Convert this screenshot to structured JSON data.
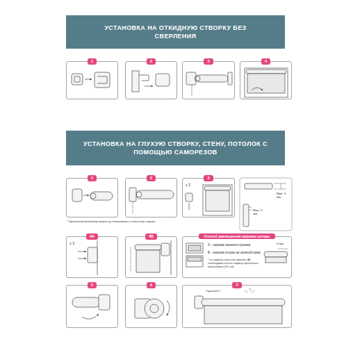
{
  "diagram": {
    "nodes": [
      {
        "text": [
          "УСТАНОВКА НА ОТКИДНУЮ СТВОРКУ БЕЗ СВЕРЛЕНИЯ"
        ]
      },
      {
        "text": [
          "1"
        ]
      },
      {
        "text": [
          "2"
        ]
      },
      {
        "text": [
          "3"
        ]
      },
      {
        "text": [
          "4"
        ]
      },
      {
        "text": [
          "УСТАНОВКА НА ГЛУХУЮ СТВОРКУ, СТЕНУ, ПОТОЛОК С ПОМОЩЬЮ САМОРЕЗОВ"
        ]
      },
      {
        "text": [
          "1"
        ]
      },
      {
        "text": [
          "2"
        ]
      },
      {
        "text": [
          "3",
          "x 2"
        ]
      },
      {
        "text": [
          "4А",
          "x 2"
        ]
      },
      {
        "text": [
          "4Б"
        ]
      },
      {
        "text": [
          "Способ уменьшения ширины шторы",
          "А - ширина оконного проема",
          "Б - ширина шторы на оконной раме",
          "* от ширины оконного проема (А) необходимо отнять ширину крепежных механизмов (3,5 см)"
        ]
      },
      {
        "text": [
          "5"
        ]
      },
      {
        "text": [
          "6"
        ]
      },
      {
        "text": [
          "7"
        ]
      }
    ],
    "labels": [
      "* Цепочный механизм можно устанавливать слева или справа",
      "Мин. 5 мм",
      "Мин. 5 мм",
      "6 мм",
      "«щелчок!»"
    ]
  }
}
